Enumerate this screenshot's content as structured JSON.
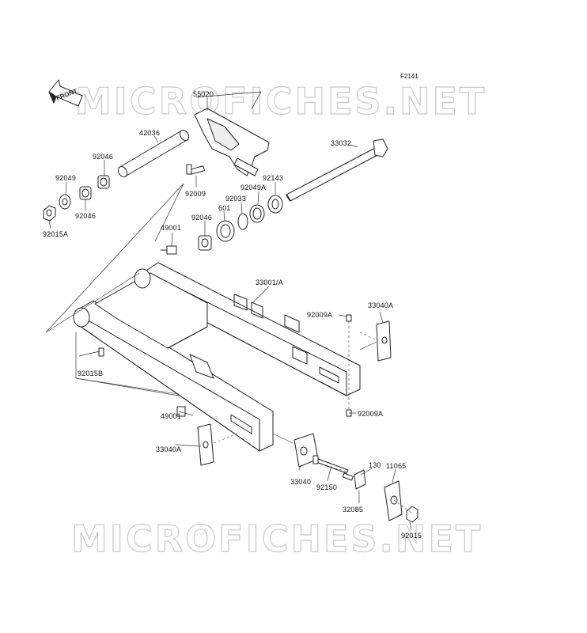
{
  "diagram_code": "F2141",
  "watermark": "MICROFICHES.NET",
  "front_label": "FRONT",
  "parts": {
    "p55020": "55020",
    "p42036": "42036",
    "p92046a": "92046",
    "p92049": "92049",
    "p92046b": "92046",
    "p92015A": "92015A",
    "p92009": "92009",
    "p33032": "33032",
    "p92143": "92143",
    "p92049A": "92049A",
    "p92033": "92033",
    "p601": "601",
    "p92046c": "92046",
    "p49001a": "49001",
    "p33001A": "33001/A",
    "p92009Aa": "92009A",
    "p33040Aa": "33040A",
    "p92015B": "92015B",
    "p49001b": "49001",
    "p92009Ab": "92009A",
    "p33040Ab": "33040A",
    "p33040": "33040",
    "p92150": "92150",
    "p130": "130",
    "p11065": "11065",
    "p32085": "32085",
    "p92015": "92015"
  }
}
